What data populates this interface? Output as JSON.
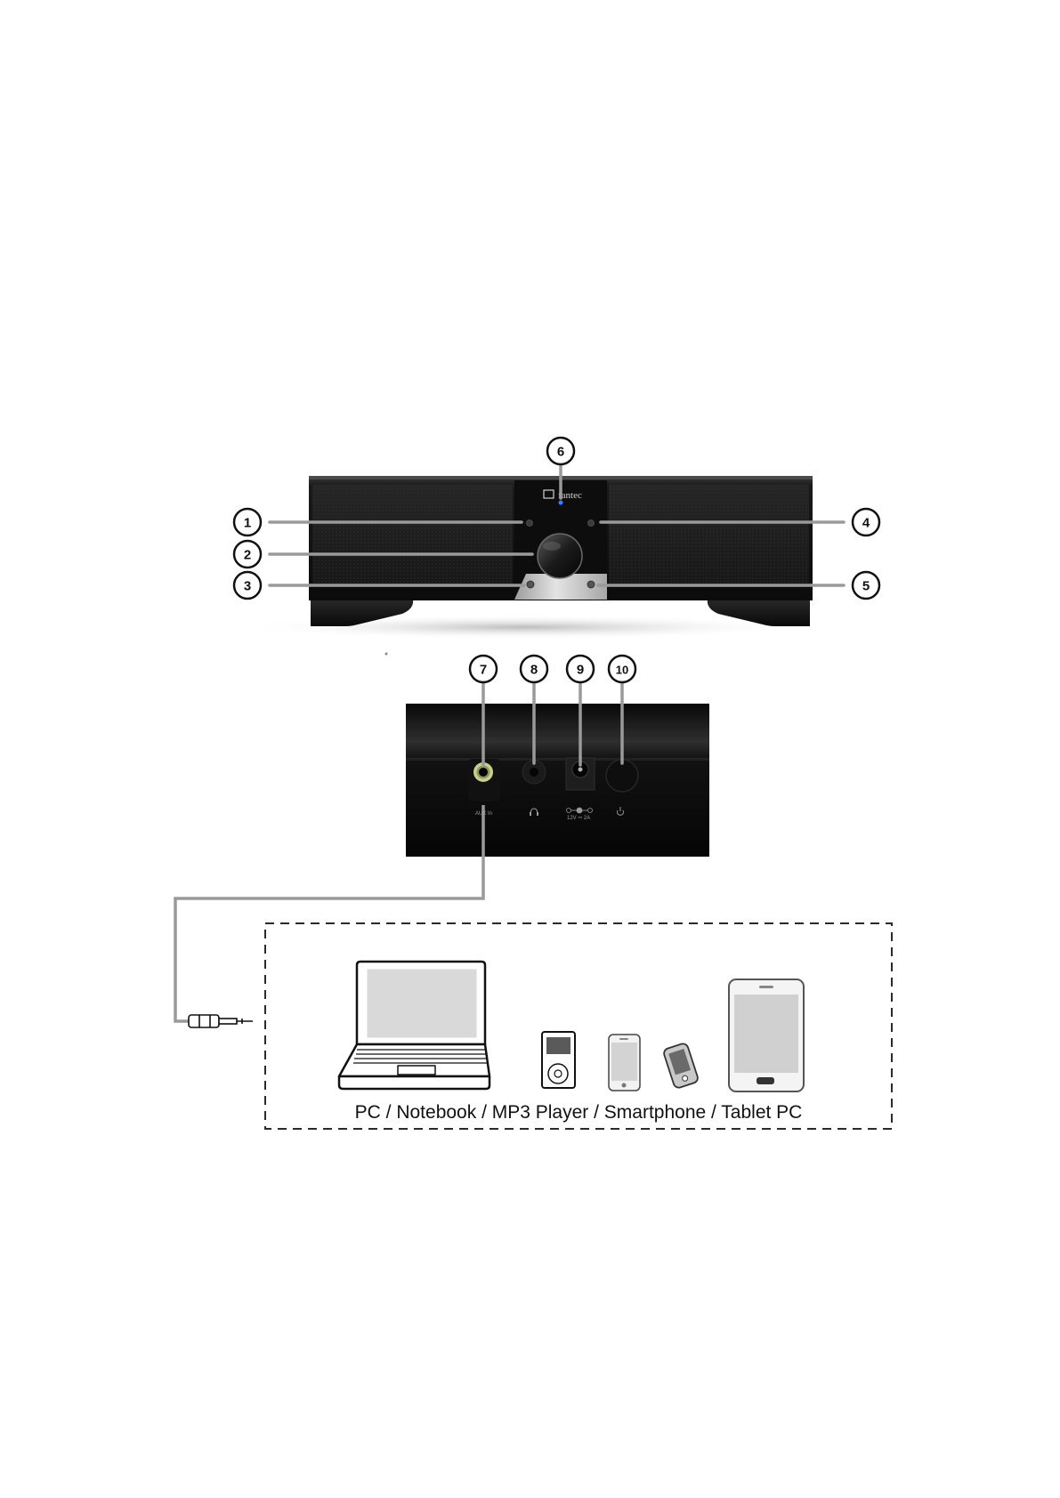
{
  "front_panel": {
    "brand": "fantec"
  },
  "rear_panel": {
    "labels": {
      "aux_in": "AUX In",
      "dc_in": "12V ⎓ 2A"
    }
  },
  "callouts": [
    "1",
    "2",
    "3",
    "4",
    "5",
    "6",
    "7",
    "8",
    "9",
    "10"
  ],
  "devices": {
    "caption": "PC / Notebook / MP3 Player / Smartphone / Tablet PC"
  },
  "colors": {
    "leader_line": "#9a9a9a",
    "speaker_body": "#141414",
    "aux_ring": "#c9d08a"
  },
  "icons": [
    "headphone-icon",
    "power-icon",
    "audio-jack-icon",
    "laptop-icon",
    "mp3-player-icon",
    "smartphone-icon",
    "pda-icon",
    "tablet-icon"
  ]
}
